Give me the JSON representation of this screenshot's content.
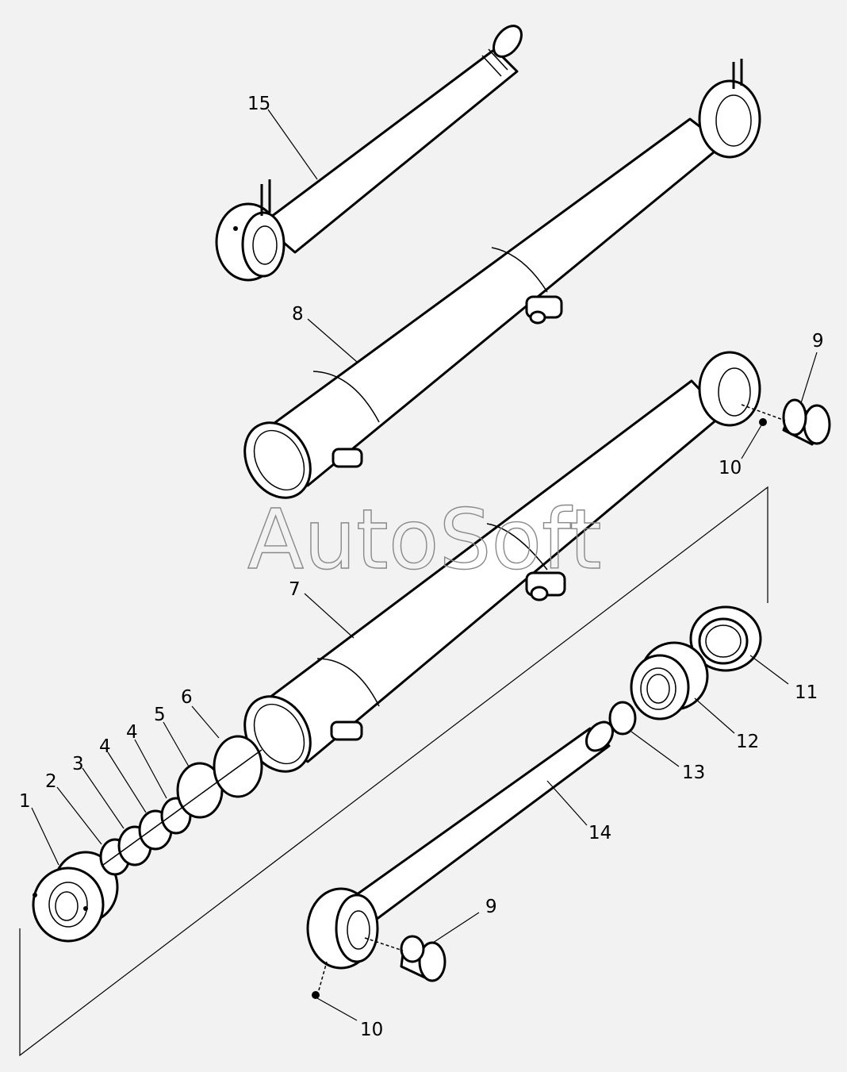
{
  "watermark": "AutoSoft",
  "labels": [
    {
      "id": "1",
      "text": "1"
    },
    {
      "id": "2",
      "text": "2"
    },
    {
      "id": "3",
      "text": "3"
    },
    {
      "id": "4a",
      "text": "4"
    },
    {
      "id": "4b",
      "text": "4"
    },
    {
      "id": "5",
      "text": "5"
    },
    {
      "id": "6",
      "text": "6"
    },
    {
      "id": "7",
      "text": "7"
    },
    {
      "id": "8",
      "text": "8"
    },
    {
      "id": "9a",
      "text": "9"
    },
    {
      "id": "9b",
      "text": "9"
    },
    {
      "id": "10a",
      "text": "10"
    },
    {
      "id": "10b",
      "text": "10"
    },
    {
      "id": "11",
      "text": "11"
    },
    {
      "id": "12",
      "text": "12"
    },
    {
      "id": "13",
      "text": "13"
    },
    {
      "id": "14",
      "text": "14"
    },
    {
      "id": "15",
      "text": "15"
    }
  ]
}
